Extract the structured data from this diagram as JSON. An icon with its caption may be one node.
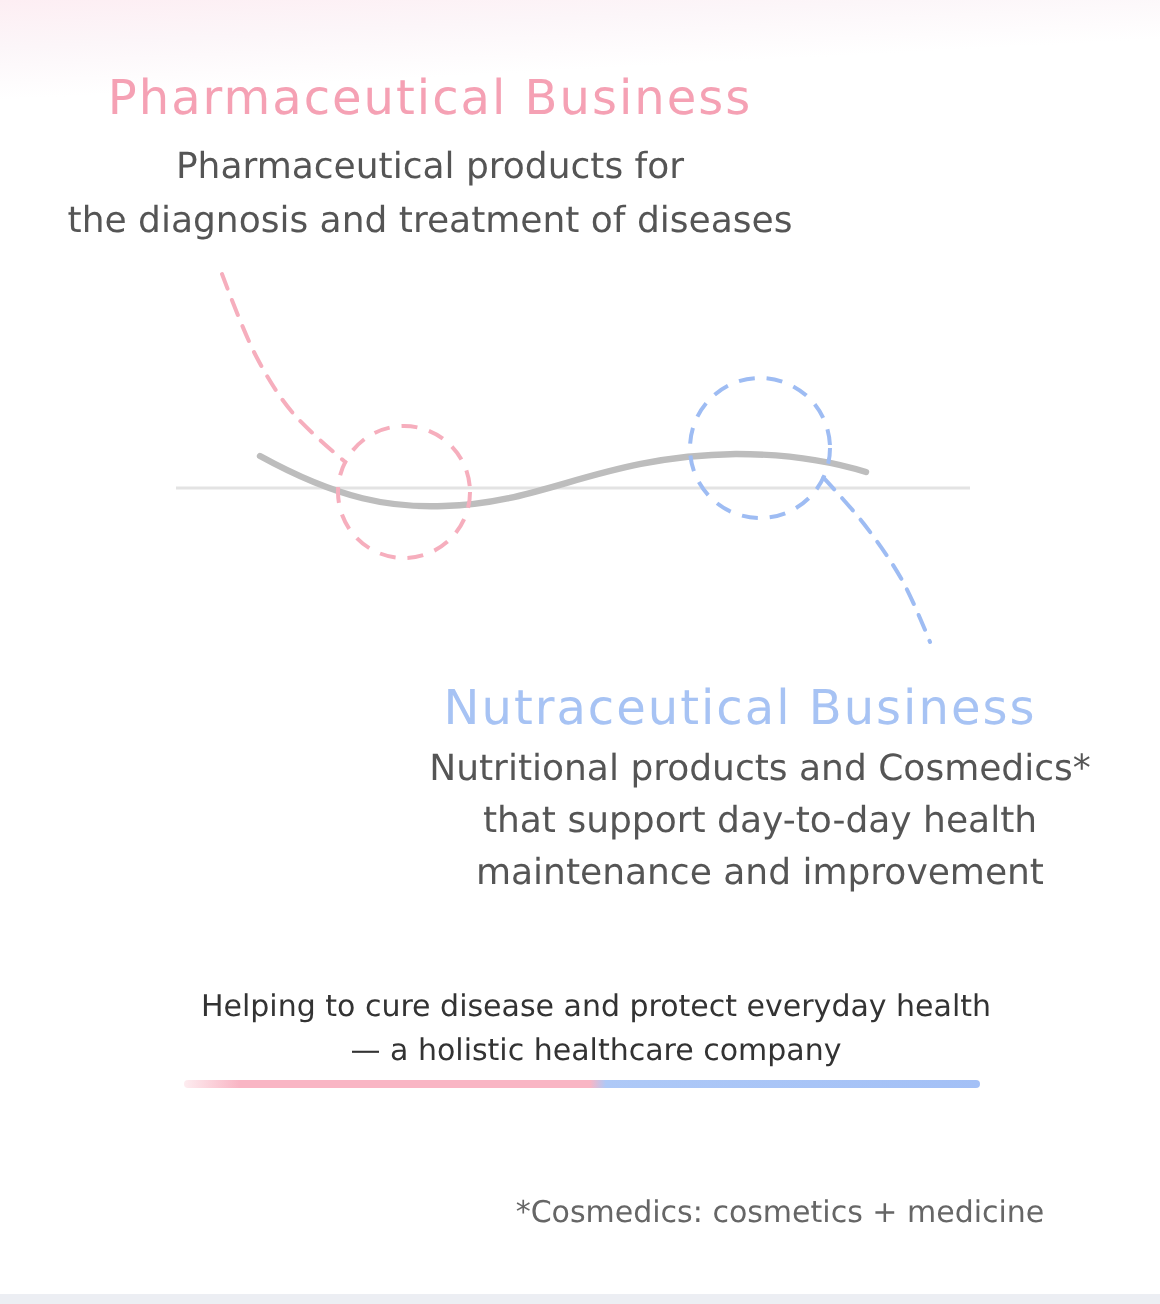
{
  "diagram": {
    "nodes": [
      {
        "text": [
          "Pharmaceutical Business",
          "Pharmaceutical products for the diagnosis and treatment of diseases"
        ]
      },
      {
        "text": [],
        "shape": "circle"
      },
      {
        "text": [],
        "shape": "circle"
      },
      {
        "text": [
          "Nutraceutical Business",
          "Nutritional products and Cosmedics* that support day-to-day health maintenance and improvement"
        ]
      }
    ],
    "edges": [
      {
        "from": 0,
        "to": 1,
        "arrow": "none",
        "style": "dashed",
        "color": "#f6aebd"
      },
      {
        "from": 2,
        "to": 3,
        "arrow": "none",
        "style": "dashed",
        "color": "#9ebcf3"
      }
    ],
    "labels": [
      "Helping to cure disease and protect everyday health — a holistic healthcare company",
      "*Cosmedics: cosmetics + medicine"
    ]
  }
}
